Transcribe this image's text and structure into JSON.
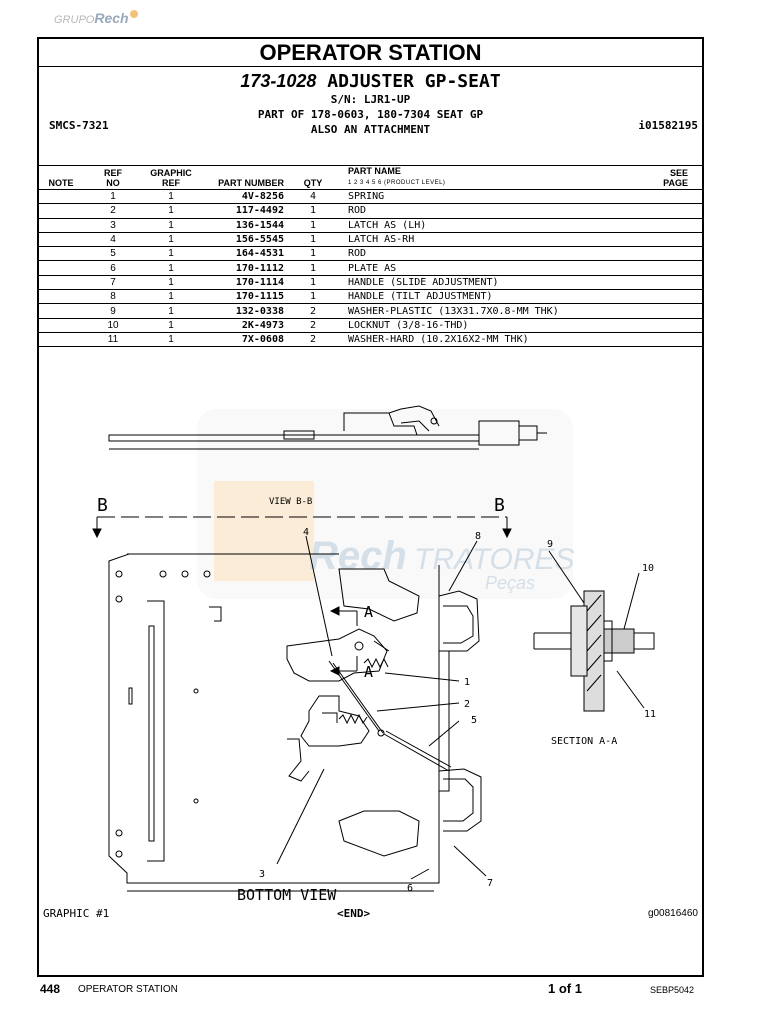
{
  "logo": {
    "prefix": "GRUPO",
    "brand": "Rech"
  },
  "header": {
    "section_title": "OPERATOR STATION"
  },
  "title": {
    "part_number": "173-1028",
    "name": "ADJUSTER GP-SEAT",
    "serial": "S/N: LJR1-UP",
    "part_of": "PART OF 178-0603, 180-7304 SEAT GP",
    "attachment": "ALSO AN ATTACHMENT"
  },
  "smcs": "SMCS-7321",
  "ident": "i01582195",
  "table": {
    "headers": {
      "note": "NOTE",
      "ref_no": [
        "REF",
        "NO"
      ],
      "graphic_ref": [
        "GRAPHIC",
        "REF"
      ],
      "part_number": "PART NUMBER",
      "qty": "QTY",
      "part_name": "PART NAME",
      "levels": "1  2  3  4  5  6  (PRODUCT LEVEL)",
      "see_page": [
        "SEE",
        "PAGE"
      ]
    },
    "rows": [
      {
        "ref": "1",
        "gref": "1",
        "pn": "4V-8256",
        "qty": "4",
        "name": "SPRING"
      },
      {
        "ref": "2",
        "gref": "1",
        "pn": "117-4492",
        "qty": "1",
        "name": "ROD"
      },
      {
        "ref": "3",
        "gref": "1",
        "pn": "136-1544",
        "qty": "1",
        "name": "LATCH AS (LH)"
      },
      {
        "ref": "4",
        "gref": "1",
        "pn": "156-5545",
        "qty": "1",
        "name": "LATCH AS-RH"
      },
      {
        "ref": "5",
        "gref": "1",
        "pn": "164-4531",
        "qty": "1",
        "name": "ROD"
      },
      {
        "ref": "6",
        "gref": "1",
        "pn": "170-1112",
        "qty": "1",
        "name": "PLATE AS"
      },
      {
        "ref": "7",
        "gref": "1",
        "pn": "170-1114",
        "qty": "1",
        "name": "HANDLE (SLIDE ADJUSTMENT)"
      },
      {
        "ref": "8",
        "gref": "1",
        "pn": "170-1115",
        "qty": "1",
        "name": "HANDLE (TILT ADJUSTMENT)"
      },
      {
        "ref": "9",
        "gref": "1",
        "pn": "132-0338",
        "qty": "2",
        "name": "WASHER-PLASTIC (13X31.7X0.8-MM THK)"
      },
      {
        "ref": "10",
        "gref": "1",
        "pn": "2K-4973",
        "qty": "2",
        "name": "LOCKNUT (3/8-16-THD)"
      },
      {
        "ref": "11",
        "gref": "1",
        "pn": "7X-0608",
        "qty": "2",
        "name": "WASHER-HARD (10.2X16X2-MM THK)"
      }
    ]
  },
  "diagram": {
    "view_label": "VIEW B-B",
    "b_left": "B",
    "b_right": "B",
    "a_top": "A",
    "a_bottom": "A",
    "section_label": "SECTION A-A",
    "bottom_view": "BOTTOM VIEW",
    "watermark_brand": "Rech",
    "watermark_text": "TRATORES",
    "watermark_sub": "Peças",
    "callouts": {
      "c1": "1",
      "c2": "2",
      "c3": "3",
      "c4": "4",
      "c5": "5",
      "c6": "6",
      "c7": "7",
      "c8": "8",
      "c9": "9",
      "c10": "10",
      "c11": "11"
    }
  },
  "graphic_label": "GRAPHIC #1",
  "end_label": "<END>",
  "graphic_id": "g00816460",
  "footer": {
    "page_number": "448",
    "section": "OPERATOR STATION",
    "page_of": "1 of 1",
    "doc_code": "SEBP5042"
  }
}
